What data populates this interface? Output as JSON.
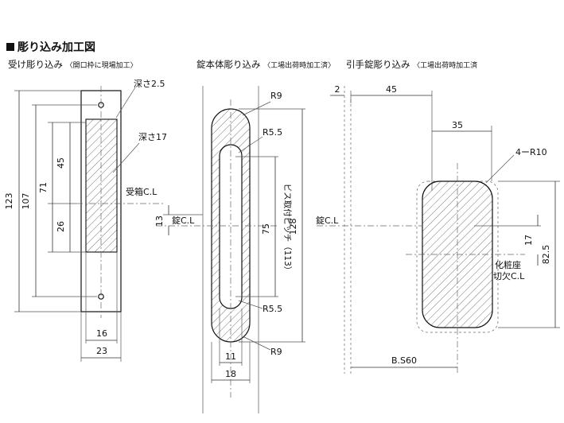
{
  "title": "彫り込み加工図",
  "sections": {
    "receiver": {
      "title": "受け彫り込み",
      "note": "〈開口枠に現場加工〉"
    },
    "lock_body": {
      "title": "錠本体彫り込み",
      "note": "〈工場出荷時加工済〉"
    },
    "handle_lock": {
      "title": "引手錠彫り込み",
      "note": "〈工場出荷時加工済"
    }
  },
  "labels": {
    "depth_2_5": "深さ2.5",
    "depth_17": "深さ17",
    "receiver_cl": "受箱C.L",
    "lock_cl_1": "錠C.L",
    "lock_cl_2": "錠C.L",
    "screw_pitch": "ビス取付ピッチ（113）",
    "corner": "4ーR10",
    "cosmetic_1": "化粧座",
    "cosmetic_2": "切欠C.L",
    "backset": "B.S60",
    "r9_top": "R9",
    "r9_bottom": "R9",
    "r55_top": "R5.5",
    "r55_bottom": "R5.5"
  },
  "dims": {
    "d123": "123",
    "d107": "107",
    "d71": "71",
    "d45a": "45",
    "d26": "26",
    "d16": "16",
    "d23": "23",
    "d13": "13",
    "d75": "75",
    "d128": "128",
    "d11": "11",
    "d18": "18",
    "d2": "2",
    "d45b": "45",
    "d35": "35",
    "d17": "17",
    "d82_5": "82.5"
  }
}
